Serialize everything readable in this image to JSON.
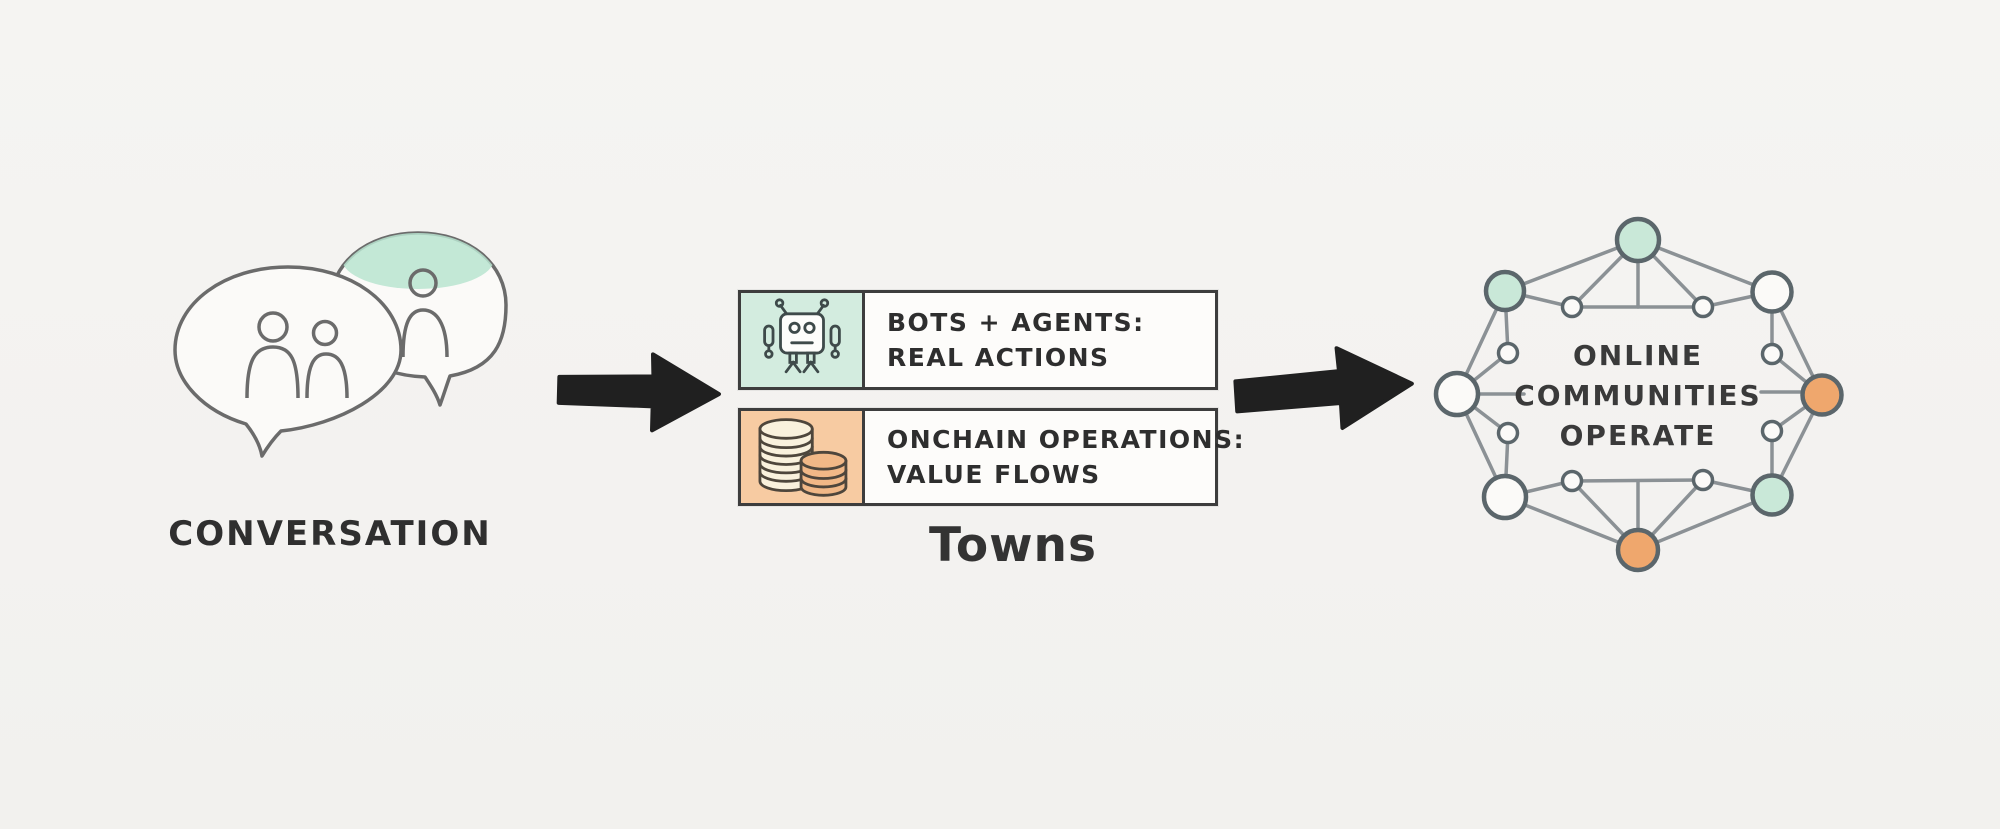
{
  "diagram_title": "conversation-to-online-communities-flow",
  "colors": {
    "background": "#f4f3f1",
    "ink": "#2f2f2f",
    "bubble_stroke": "#6b6b6b",
    "box_border": "#3d3d3d",
    "teal_fill": "#c9e8d8",
    "teal_cell": "#d3ecdf",
    "orange_fill": "#efa76d",
    "orange_cell": "#f7cba2",
    "network_line": "#8b9195",
    "node_stroke": "#5b666b",
    "arrow_black": "#202020"
  },
  "stages": {
    "conversation": {
      "caption": "CONVERSATION",
      "icon": "speech-bubbles-icon"
    },
    "towns": {
      "caption": "Towns",
      "rows": [
        {
          "icon": "robot-icon",
          "title": "BOTS + AGENTS:",
          "subtitle": "REAL ACTIONS"
        },
        {
          "icon": "coins-icon",
          "title": "ONCHAIN OPERATIONS:",
          "subtitle": "VALUE FLOWS"
        }
      ]
    },
    "communities": {
      "lines": [
        "ONLINE",
        "COMMUNITIES",
        "OPERATE"
      ],
      "icon": "network-graph-icon",
      "node_colors": [
        "teal",
        "teal",
        "white",
        "white",
        "orange",
        "white",
        "teal",
        "orange"
      ]
    },
    "connectors": [
      "arrow-right-icon",
      "arrow-right-icon"
    ]
  }
}
